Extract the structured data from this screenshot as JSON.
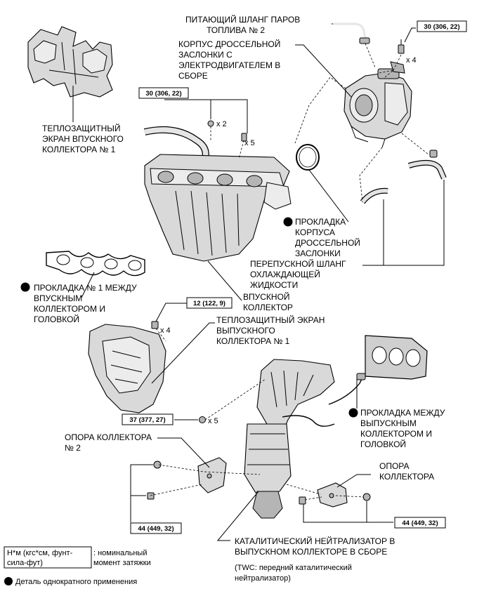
{
  "labels": {
    "vapor_hose": [
      "ПИТАЮЩИЙ ШЛАНГ ПАРОВ",
      "ТОПЛИВА № 2"
    ],
    "throttle_body": [
      "КОРПУС ДРОССЕЛЬНОЙ",
      "ЗАСЛОНКИ С",
      "ЭЛЕКТРОДВИГАТЕЛЕМ В",
      "СБОРЕ"
    ],
    "intake_heat_shield": [
      "ТЕПЛОЗАЩИТНЫЙ",
      "ЭКРАН ВПУСКНОГО",
      "КОЛЛЕКТОРА № 1"
    ],
    "throttle_gasket": [
      "ПРОКЛАДКА",
      "КОРПУСА",
      "ДРОССЕЛЬНОЙ",
      "ЗАСЛОНКИ"
    ],
    "bypass_hose": [
      "ПЕРЕПУСКНОЙ ШЛАНГ",
      "ОХЛАЖДАЮЩЕЙ",
      "ЖИДКОСТИ"
    ],
    "intake_gasket": [
      "ПРОКЛАДКА № 1 МЕЖДУ",
      "ВПУСКНЫМ",
      "КОЛЛЕКТОРОМ И",
      "ГОЛОВКОЙ"
    ],
    "intake_manifold": [
      "ВПУСКНОЙ",
      "КОЛЛЕКТОР"
    ],
    "exhaust_heat_shield": [
      "ТЕПЛОЗАЩИТНЫЙ ЭКРАН",
      "ВЫПУСКНОГО",
      "КОЛЛЕКТОРА № 1"
    ],
    "exhaust_gasket": [
      "ПРОКЛАДКА МЕЖДУ",
      "ВЫПУСКНЫМ",
      "КОЛЛЕКТОРОМ И",
      "ГОЛОВКОЙ"
    ],
    "manifold_stay_2": [
      "ОПОРА КОЛЛЕКТОРА",
      "№ 2"
    ],
    "manifold_stay": [
      "ОПОРА",
      "КОЛЛЕКТОРА"
    ],
    "converter": [
      "КАТАЛИТИЧЕСКИЙ НЕЙТРАЛИЗАТОР В",
      "ВЫПУСКНОМ КОЛЛЕКТОРЕ В СБОРЕ"
    ],
    "twc_note": [
      "(TWC: передний каталитический",
      "нейтрализатор)"
    ]
  },
  "torques": {
    "throttle_bolts": "30 (306, 22)",
    "intake_bolts": "30 (306, 22)",
    "heat_shield_bolts": "12 (122, 9)",
    "exhaust_nuts": "37 (377, 27)",
    "stay_left": "44 (449, 32)",
    "stay_right": "44 (449, 32)"
  },
  "quantities": {
    "throttle_bolts": "x 4",
    "intake_nuts": "x 2",
    "intake_bolts": "x 5",
    "heat_shield_bolts": "x 4",
    "exhaust_nuts": "x 5"
  },
  "legend": {
    "unit_box": [
      "Н*м (кгс*см, фунт-",
      "сила-фут)"
    ],
    "unit_desc": [
      ": номинальный",
      "момент затяжки"
    ],
    "non_reusable": "Деталь однократного применения"
  },
  "icons": {
    "non_reusable_marker": "filled-circle-icon"
  }
}
